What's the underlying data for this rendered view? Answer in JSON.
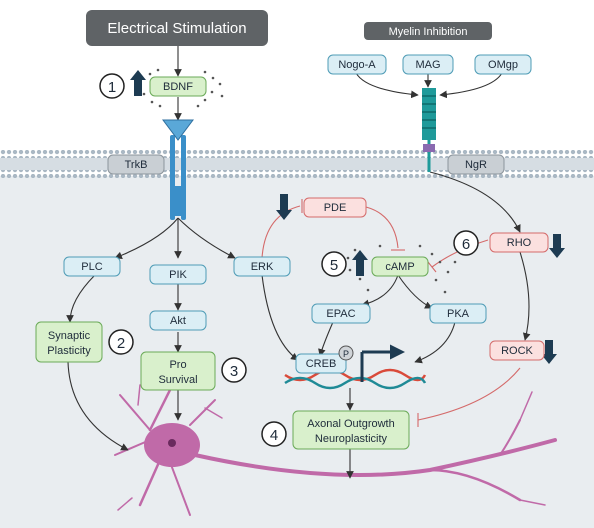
{
  "header": {
    "title": "Electrical Stimulation"
  },
  "myelin": {
    "title": "Myelin Inhibition",
    "inhibitors": [
      "Nogo-A",
      "MAG",
      "OMgp"
    ]
  },
  "receptors": {
    "trkb": "TrkB",
    "ngr": "NgR"
  },
  "nodes": {
    "bdnf": "BDNF",
    "plc": "PLC",
    "pik": "PIK",
    "erk": "ERK",
    "akt": "Akt",
    "synaptic": [
      "Synaptic",
      "Plasticity"
    ],
    "pro_survival": [
      "Pro",
      "Survival"
    ],
    "pde": "PDE",
    "camp": "cAMP",
    "epac": "EPAC",
    "pka": "PKA",
    "creb": "CREB",
    "phospho": "P",
    "rho": "RHO",
    "rock": "ROCK",
    "outgrowth": [
      "Axonal Outgrowth",
      "Neuroplasticity"
    ]
  },
  "markers": [
    "1",
    "2",
    "3",
    "4",
    "5",
    "6"
  ],
  "colors": {
    "dark_box": "#5f6366",
    "blue_box_fill": "#dbeef5",
    "blue_box_stroke": "#4f9cb6",
    "green_box_fill": "#d9f0cc",
    "green_box_stroke": "#6aaa58",
    "red_box_fill": "#fbe0df",
    "red_box_stroke": "#d46a6a",
    "arrow_dark": "#1d3b52",
    "cell_interior": "#e9edf0",
    "neuron": "#c06aa8",
    "receptor_blue": "#3a8fc9",
    "ngr_teal": "#1f9a9a"
  }
}
